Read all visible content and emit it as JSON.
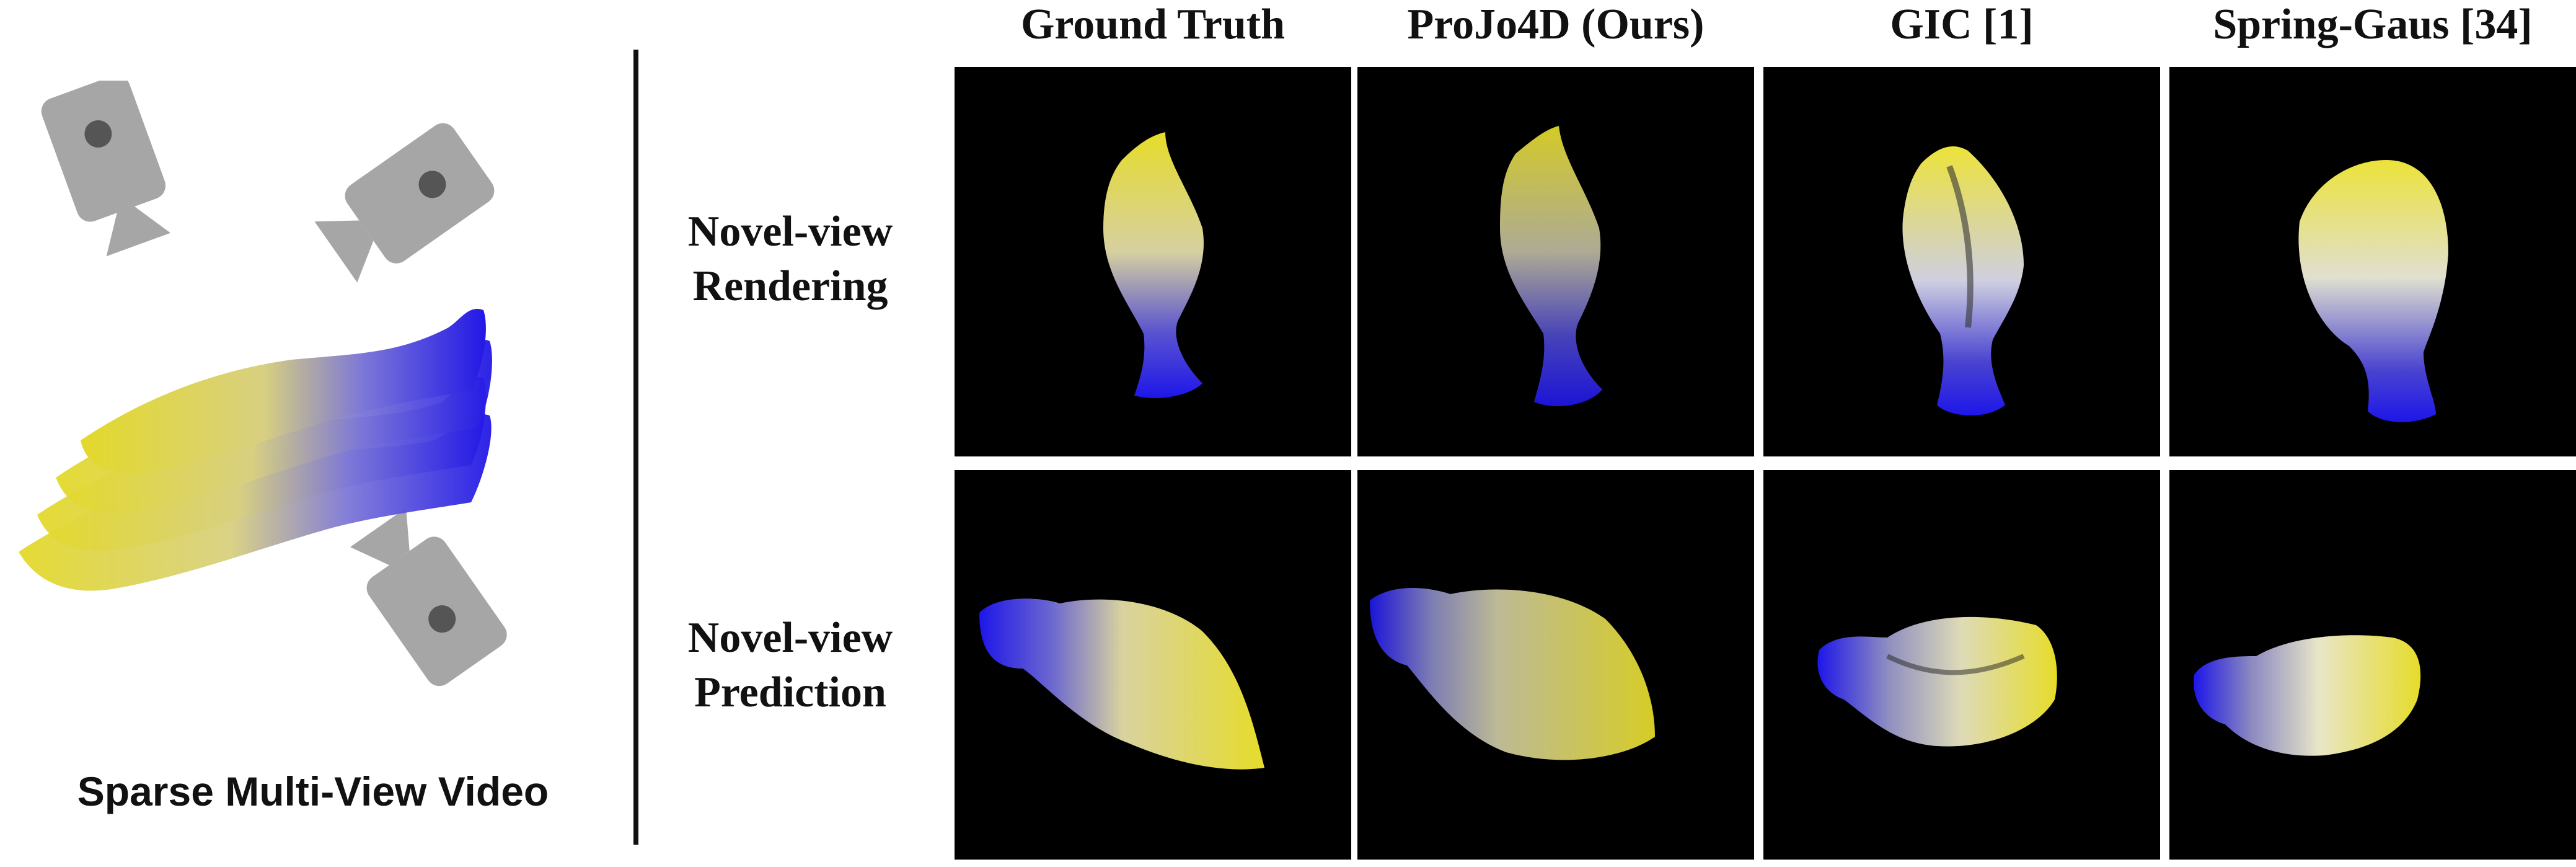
{
  "left": {
    "caption": "Sparse Multi-View Video",
    "icons": [
      "camera-icon",
      "camera-icon",
      "camera-icon"
    ]
  },
  "columns": [
    {
      "label": "Ground Truth"
    },
    {
      "label": "ProJo4D (Ours)"
    },
    {
      "label": "GIC [1]"
    },
    {
      "label": "Spring-Gaus [34]"
    }
  ],
  "rows": [
    {
      "line1": "Novel-view",
      "line2": "Rendering"
    },
    {
      "line1": "Novel-view",
      "line2": "Prediction"
    }
  ],
  "colors": {
    "yellow": "#e6dc2a",
    "blue": "#2a20e0",
    "camera_gray": "#a6a6a6",
    "lens_dark": "#555555",
    "panel_bg": "#000000"
  }
}
